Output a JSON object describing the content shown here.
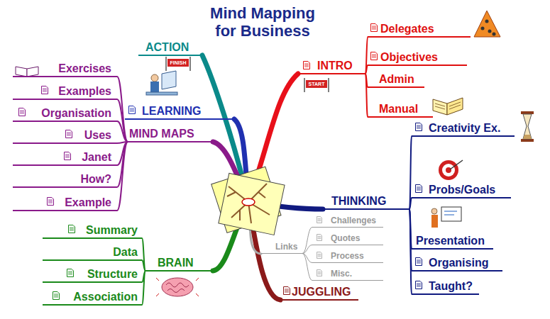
{
  "diagram": {
    "title": "Mind Mapping for Business",
    "nodes": [
      {
        "text": [
          "INTRO"
        ]
      },
      {
        "text": [
          "Delegates"
        ]
      },
      {
        "text": [
          "Objectives"
        ]
      },
      {
        "text": [
          "Admin"
        ]
      },
      {
        "text": [
          "Manual"
        ]
      },
      {
        "text": [
          "THINKING"
        ]
      },
      {
        "text": [
          "Creativity Ex."
        ]
      },
      {
        "text": [
          "Probs/Goals"
        ]
      },
      {
        "text": [
          "Presentation"
        ]
      },
      {
        "text": [
          "Organising"
        ]
      },
      {
        "text": [
          "Taught?"
        ]
      },
      {
        "text": [
          "JUGGLING"
        ]
      },
      {
        "text": [
          "Links"
        ]
      },
      {
        "text": [
          "Challenges"
        ]
      },
      {
        "text": [
          "Quotes"
        ]
      },
      {
        "text": [
          "Process"
        ]
      },
      {
        "text": [
          "Misc."
        ]
      },
      {
        "text": [
          "BRAIN"
        ]
      },
      {
        "text": [
          "Summary"
        ]
      },
      {
        "text": [
          "Data"
        ]
      },
      {
        "text": [
          "Structure"
        ]
      },
      {
        "text": [
          "Association"
        ]
      },
      {
        "text": [
          "MIND MAPS"
        ]
      },
      {
        "text": [
          "Exercises"
        ]
      },
      {
        "text": [
          "Examples"
        ]
      },
      {
        "text": [
          "Organisation"
        ]
      },
      {
        "text": [
          "Uses"
        ]
      },
      {
        "text": [
          "Janet"
        ]
      },
      {
        "text": [
          "How?"
        ]
      },
      {
        "text": [
          "Example"
        ]
      },
      {
        "text": [
          "LEARNING"
        ]
      },
      {
        "text": [
          "ACTION"
        ]
      }
    ],
    "edges": [
      {
        "from": 0,
        "to": 1,
        "arrow": "none"
      },
      {
        "from": 0,
        "to": 2,
        "arrow": "none"
      },
      {
        "from": 0,
        "to": 3,
        "arrow": "none"
      },
      {
        "from": 0,
        "to": 4,
        "arrow": "none"
      },
      {
        "from": 5,
        "to": 6,
        "arrow": "none"
      },
      {
        "from": 5,
        "to": 7,
        "arrow": "none"
      },
      {
        "from": 5,
        "to": 8,
        "arrow": "none"
      },
      {
        "from": 5,
        "to": 9,
        "arrow": "none"
      },
      {
        "from": 5,
        "to": 10,
        "arrow": "none"
      },
      {
        "from": 12,
        "to": 13,
        "arrow": "none"
      },
      {
        "from": 12,
        "to": 14,
        "arrow": "none"
      },
      {
        "from": 12,
        "to": 15,
        "arrow": "none"
      },
      {
        "from": 12,
        "to": 16,
        "arrow": "none"
      },
      {
        "from": 17,
        "to": 18,
        "arrow": "none"
      },
      {
        "from": 17,
        "to": 19,
        "arrow": "none"
      },
      {
        "from": 17,
        "to": 20,
        "arrow": "none"
      },
      {
        "from": 17,
        "to": 21,
        "arrow": "none"
      },
      {
        "from": 22,
        "to": 23,
        "arrow": "none"
      },
      {
        "from": 22,
        "to": 24,
        "arrow": "none"
      },
      {
        "from": 22,
        "to": 25,
        "arrow": "none"
      },
      {
        "from": 22,
        "to": 26,
        "arrow": "none"
      },
      {
        "from": 22,
        "to": 27,
        "arrow": "none"
      },
      {
        "from": 22,
        "to": 28,
        "arrow": "none"
      },
      {
        "from": 22,
        "to": 29,
        "arrow": "none"
      }
    ],
    "labels": [
      "FINISH",
      "START"
    ]
  }
}
